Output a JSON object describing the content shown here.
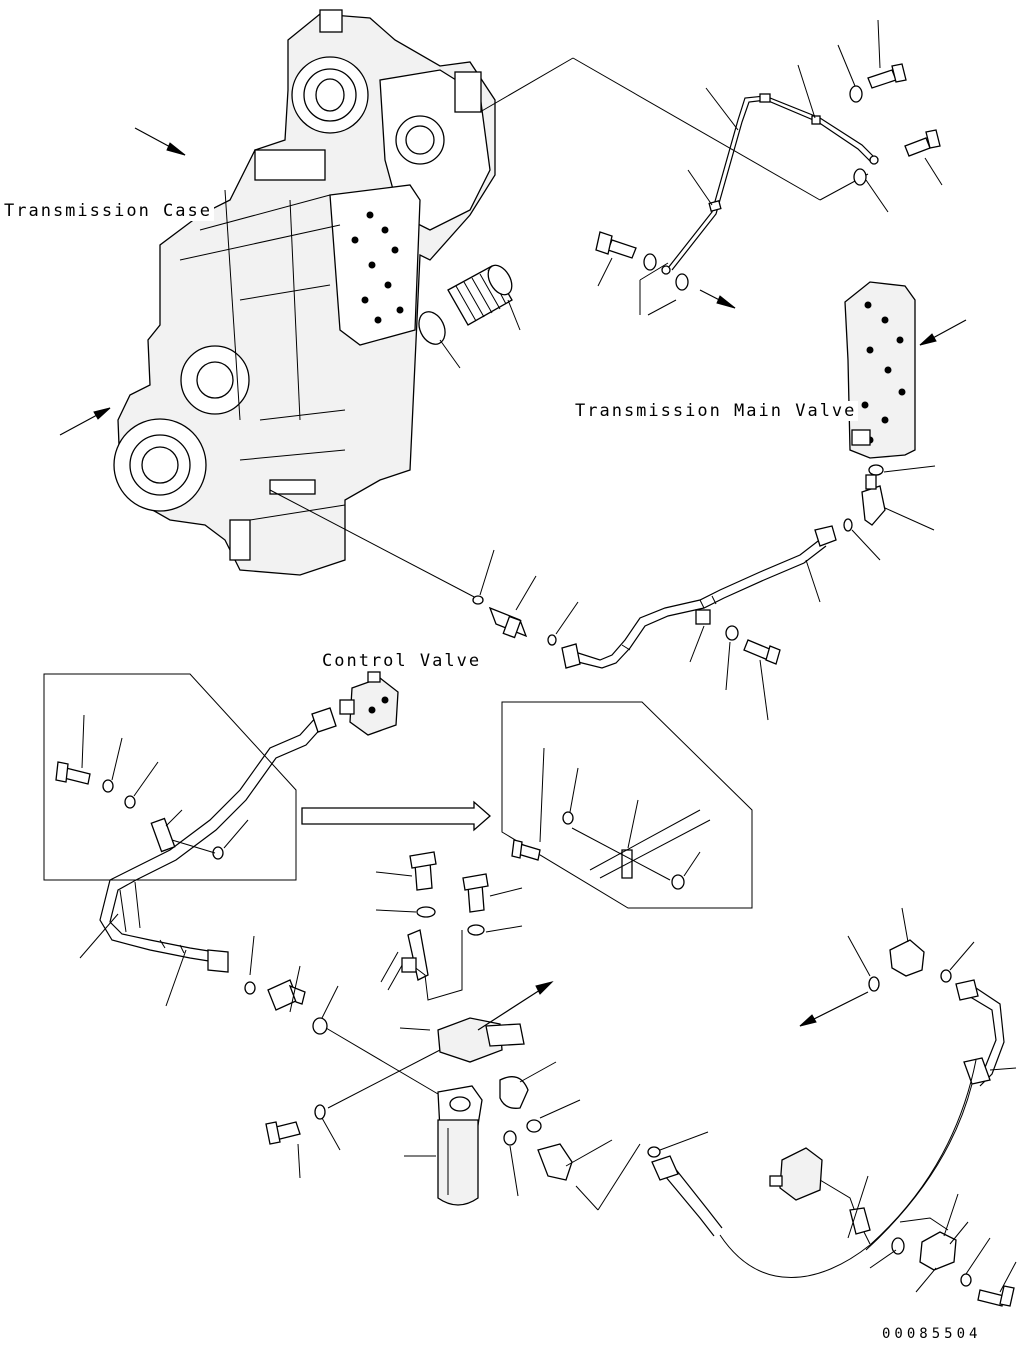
{
  "labels": {
    "transmission_case": "Transmission Case",
    "transmission_main_valve": "Transmission Main Valve",
    "control_valve": "Control Valve"
  },
  "document_number": "00085504"
}
